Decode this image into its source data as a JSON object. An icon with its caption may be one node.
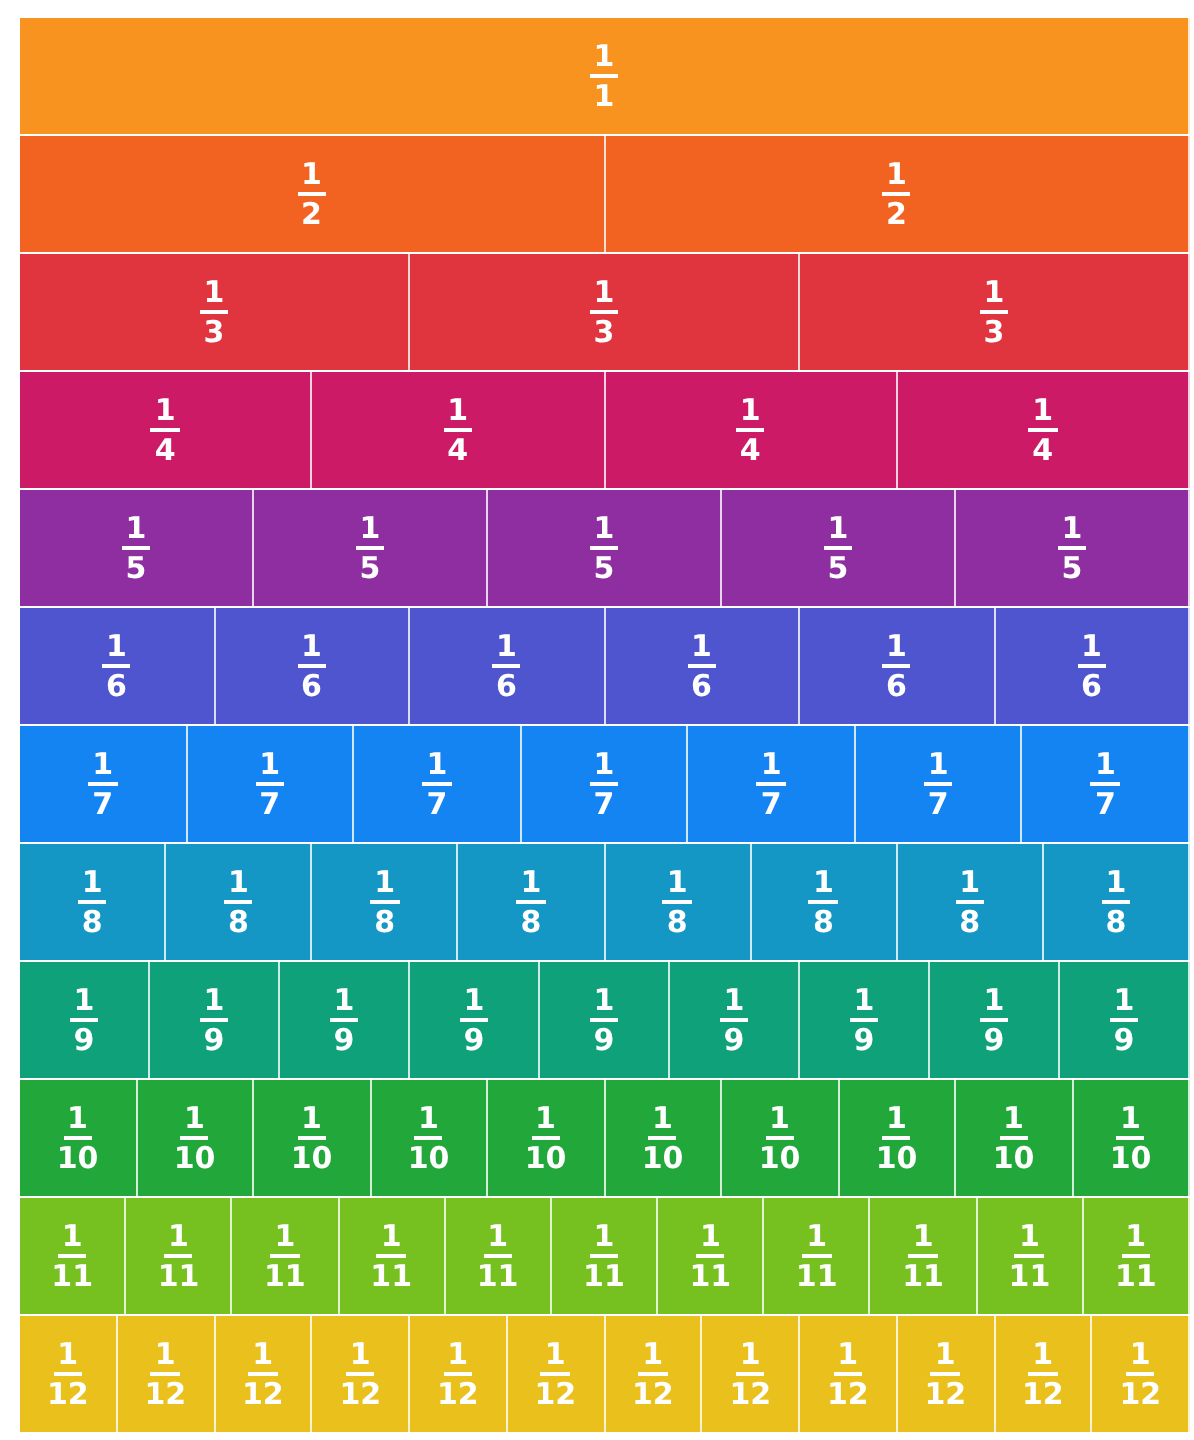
{
  "diagram": {
    "nodes": [
      {
        "text": [
          "1",
          "1"
        ]
      },
      {
        "text": [
          "1",
          "2"
        ]
      },
      {
        "text": [
          "1",
          "2"
        ]
      },
      {
        "text": [
          "1",
          "3"
        ]
      },
      {
        "text": [
          "1",
          "3"
        ]
      },
      {
        "text": [
          "1",
          "3"
        ]
      },
      {
        "text": [
          "1",
          "4"
        ]
      },
      {
        "text": [
          "1",
          "4"
        ]
      },
      {
        "text": [
          "1",
          "4"
        ]
      },
      {
        "text": [
          "1",
          "4"
        ]
      },
      {
        "text": [
          "1",
          "5"
        ]
      },
      {
        "text": [
          "1",
          "5"
        ]
      },
      {
        "text": [
          "1",
          "5"
        ]
      },
      {
        "text": [
          "1",
          "5"
        ]
      },
      {
        "text": [
          "1",
          "5"
        ]
      },
      {
        "text": [
          "1",
          "6"
        ]
      },
      {
        "text": [
          "1",
          "6"
        ]
      },
      {
        "text": [
          "1",
          "6"
        ]
      },
      {
        "text": [
          "1",
          "6"
        ]
      },
      {
        "text": [
          "1",
          "6"
        ]
      },
      {
        "text": [
          "1",
          "6"
        ]
      },
      {
        "text": [
          "1",
          "7"
        ]
      },
      {
        "text": [
          "1",
          "7"
        ]
      },
      {
        "text": [
          "1",
          "7"
        ]
      },
      {
        "text": [
          "1",
          "7"
        ]
      },
      {
        "text": [
          "1",
          "7"
        ]
      },
      {
        "text": [
          "1",
          "7"
        ]
      },
      {
        "text": [
          "1",
          "7"
        ]
      },
      {
        "text": [
          "1",
          "8"
        ]
      },
      {
        "text": [
          "1",
          "8"
        ]
      },
      {
        "text": [
          "1",
          "8"
        ]
      },
      {
        "text": [
          "1",
          "8"
        ]
      },
      {
        "text": [
          "1",
          "8"
        ]
      },
      {
        "text": [
          "1",
          "8"
        ]
      },
      {
        "text": [
          "1",
          "8"
        ]
      },
      {
        "text": [
          "1",
          "8"
        ]
      },
      {
        "text": [
          "1",
          "9"
        ]
      },
      {
        "text": [
          "1",
          "9"
        ]
      },
      {
        "text": [
          "1",
          "9"
        ]
      },
      {
        "text": [
          "1",
          "9"
        ]
      },
      {
        "text": [
          "1",
          "9"
        ]
      },
      {
        "text": [
          "1",
          "9"
        ]
      },
      {
        "text": [
          "1",
          "9"
        ]
      },
      {
        "text": [
          "1",
          "9"
        ]
      },
      {
        "text": [
          "1",
          "9"
        ]
      },
      {
        "text": [
          "1",
          "10"
        ]
      },
      {
        "text": [
          "1",
          "10"
        ]
      },
      {
        "text": [
          "1",
          "10"
        ]
      },
      {
        "text": [
          "1",
          "10"
        ]
      },
      {
        "text": [
          "1",
          "10"
        ]
      },
      {
        "text": [
          "1",
          "10"
        ]
      },
      {
        "text": [
          "1",
          "10"
        ]
      },
      {
        "text": [
          "1",
          "10"
        ]
      },
      {
        "text": [
          "1",
          "10"
        ]
      },
      {
        "text": [
          "1",
          "10"
        ]
      },
      {
        "text": [
          "1",
          "11"
        ]
      },
      {
        "text": [
          "1",
          "11"
        ]
      },
      {
        "text": [
          "1",
          "11"
        ]
      },
      {
        "text": [
          "1",
          "11"
        ]
      },
      {
        "text": [
          "1",
          "11"
        ]
      },
      {
        "text": [
          "1",
          "11"
        ]
      },
      {
        "text": [
          "1",
          "11"
        ]
      },
      {
        "text": [
          "1",
          "11"
        ]
      },
      {
        "text": [
          "1",
          "11"
        ]
      },
      {
        "text": [
          "1",
          "11"
        ]
      },
      {
        "text": [
          "1",
          "11"
        ]
      },
      {
        "text": [
          "1",
          "12"
        ]
      },
      {
        "text": [
          "1",
          "12"
        ]
      },
      {
        "text": [
          "1",
          "12"
        ]
      },
      {
        "text": [
          "1",
          "12"
        ]
      },
      {
        "text": [
          "1",
          "12"
        ]
      },
      {
        "text": [
          "1",
          "12"
        ]
      },
      {
        "text": [
          "1",
          "12"
        ]
      },
      {
        "text": [
          "1",
          "12"
        ]
      },
      {
        "text": [
          "1",
          "12"
        ]
      },
      {
        "text": [
          "1",
          "12"
        ]
      },
      {
        "text": [
          "1",
          "12"
        ]
      },
      {
        "text": [
          "1",
          "12"
        ]
      }
    ]
  }
}
